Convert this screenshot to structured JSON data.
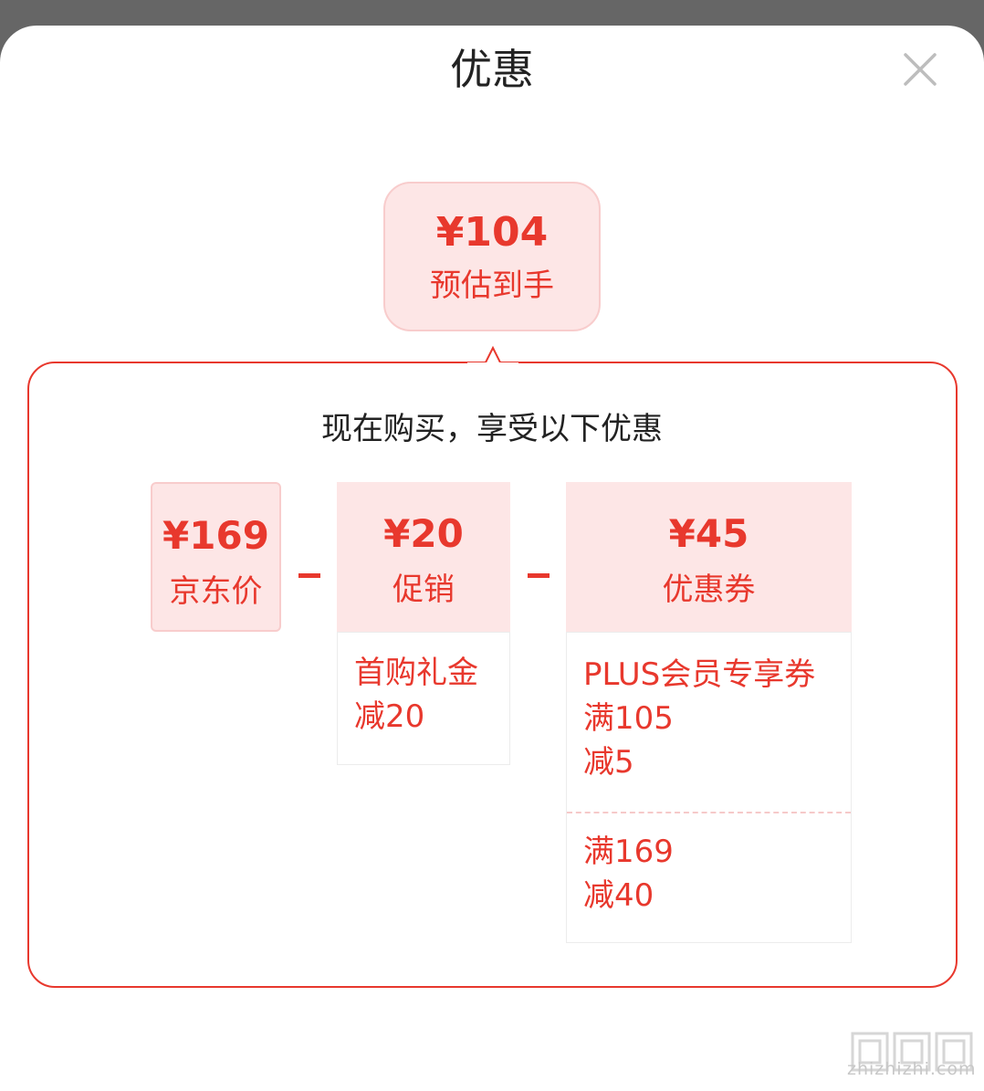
{
  "dialog": {
    "title": "优惠",
    "close_icon": "close-icon"
  },
  "estimate": {
    "amount": "¥104",
    "label": "预估到手"
  },
  "panel": {
    "title": "现在购买，享受以下优惠"
  },
  "items": [
    {
      "amount": "¥169",
      "label": "京东价"
    },
    {
      "amount": "¥20",
      "label": "促销"
    },
    {
      "amount": "¥45",
      "label": "优惠券"
    }
  ],
  "operator": "−",
  "promo_details": [
    [
      "首购礼金",
      "减20"
    ]
  ],
  "coupon_details": [
    [
      "PLUS会员专享券",
      "满105",
      "减5"
    ],
    [
      "满169",
      "减40"
    ]
  ],
  "watermark": {
    "text": "zhizhizhi.com"
  },
  "colors": {
    "accent": "#e8382d",
    "tint": "#fde6e6",
    "backdrop": "#666666"
  }
}
